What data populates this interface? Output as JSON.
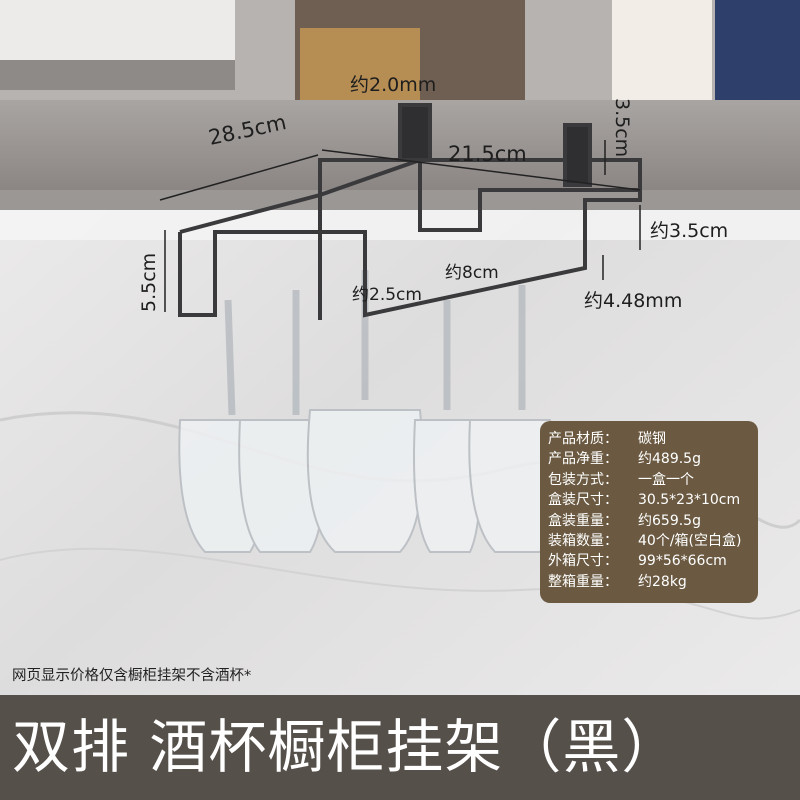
{
  "dimensions": {
    "hook_thickness": "约2.0mm",
    "length": "28.5cm",
    "width": "21.5cm",
    "hook_height": "3.5cm",
    "step_height": "约3.5cm",
    "height": "5.5cm",
    "slot_width": "约8cm",
    "gap": "约2.5cm",
    "wire_thickness": "约4.48mm"
  },
  "specs": [
    {
      "key": "产品材质：",
      "value": "碳钢"
    },
    {
      "key": "产品净重：",
      "value": "约489.5g"
    },
    {
      "key": "包装方式：",
      "value": "一盒一个"
    },
    {
      "key": "盒装尺寸：",
      "value": "30.5*23*10cm"
    },
    {
      "key": "盒装重量：",
      "value": "约659.5g"
    },
    {
      "key": "装箱数量：",
      "value": "40个/箱(空白盒)"
    },
    {
      "key": "外箱尺寸：",
      "value": "99*56*66cm"
    },
    {
      "key": "整箱重量：",
      "value": "约28kg"
    }
  ],
  "note": "网页显示价格仅含橱柜挂架不含酒杯*",
  "title": "双排 酒杯橱柜挂架（黑）",
  "colors": {
    "spec_bg": "#6b5a41",
    "title_band": "#56504b",
    "rack": "#3a3a3c"
  }
}
